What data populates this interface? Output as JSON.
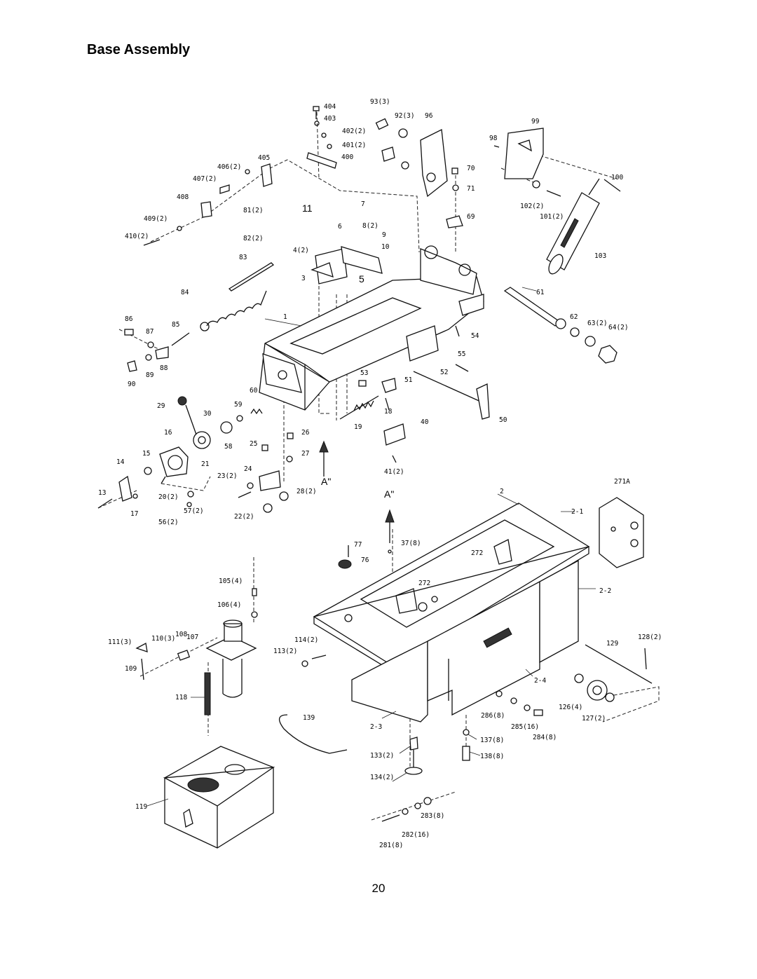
{
  "document": {
    "title": "Base Assembly",
    "page_number": "20"
  },
  "diagram": {
    "labels": [
      "404",
      "403",
      "402(2)",
      "401(2)",
      "400",
      "405",
      "406(2)",
      "407(2)",
      "408",
      "409(2)",
      "410(2)",
      "93(3)",
      "92(3)",
      "96",
      "99",
      "98",
      "100",
      "70",
      "71",
      "69",
      "102(2)",
      "101(2)",
      "103",
      "11",
      "7",
      "6",
      "8(2)",
      "9",
      "10",
      "81(2)",
      "82(2)",
      "83",
      "84",
      "4(2)",
      "3",
      "5",
      "1",
      "61",
      "62",
      "63(2)",
      "64(2)",
      "54",
      "55",
      "86",
      "87",
      "85",
      "88",
      "89",
      "90",
      "53",
      "52",
      "51",
      "18",
      "50",
      "60",
      "59",
      "29",
      "30",
      "16",
      "58",
      "15",
      "21",
      "14",
      "13",
      "17",
      "20(2)",
      "57(2)",
      "56(2)",
      "19",
      "40",
      "26",
      "27",
      "25",
      "24",
      "23(2)",
      "28(2)",
      "22(2)",
      "41(2)",
      "A\"",
      "A\"",
      "2",
      "2-1",
      "271A",
      "77",
      "76",
      "37(8)",
      "272",
      "272",
      "105(4)",
      "106(4)",
      "2-2",
      "111(3)",
      "110(3)",
      "108",
      "107",
      "109",
      "114(2)",
      "113(2)",
      "129",
      "128(2)",
      "2-4",
      "118",
      "126(4)",
      "286(8)",
      "285(16)",
      "284(8)",
      "127(2)",
      "139",
      "2-3",
      "137(8)",
      "133(2)",
      "138(8)",
      "134(2)",
      "119",
      "283(8)",
      "282(16)",
      "281(8)"
    ]
  }
}
